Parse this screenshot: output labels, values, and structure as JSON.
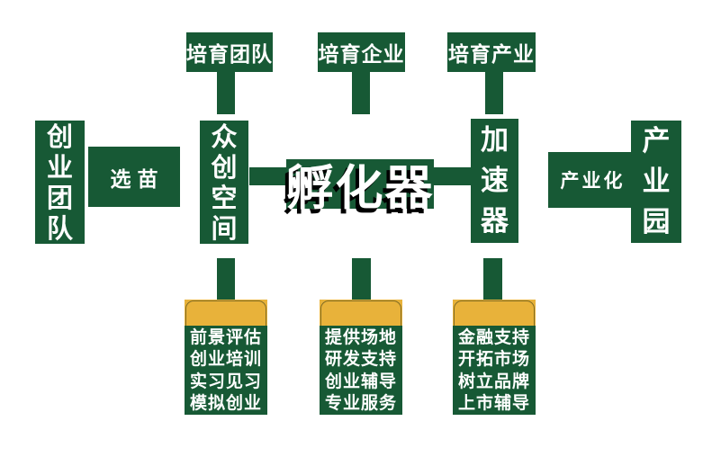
{
  "diagram": {
    "title_semantic": "incubation-chain-flow",
    "colors": {
      "green": "#175935",
      "orange": "#e8b23a",
      "text": "#ffffff",
      "center_text_shadow": "#000000"
    },
    "top_labels": [
      {
        "label": "培育团队"
      },
      {
        "label": "培育企业"
      },
      {
        "label": "培育产业"
      }
    ],
    "main_flow": {
      "startup_team": "创业团队",
      "seed_selection": "选苗",
      "maker_space": "众创空间",
      "incubator": "孵化器",
      "accelerator": "加速器",
      "industrialization": "产业化",
      "industrial_park": "产业园"
    },
    "service_boxes": [
      {
        "lines": [
          "前景评估",
          "创业培训",
          "实习见习",
          "模拟创业"
        ]
      },
      {
        "lines": [
          "提供场地",
          "研发支持",
          "创业辅导",
          "专业服务"
        ]
      },
      {
        "lines": [
          "金融支持",
          "开拓市场",
          "树立品牌",
          "上市辅导"
        ]
      }
    ]
  }
}
